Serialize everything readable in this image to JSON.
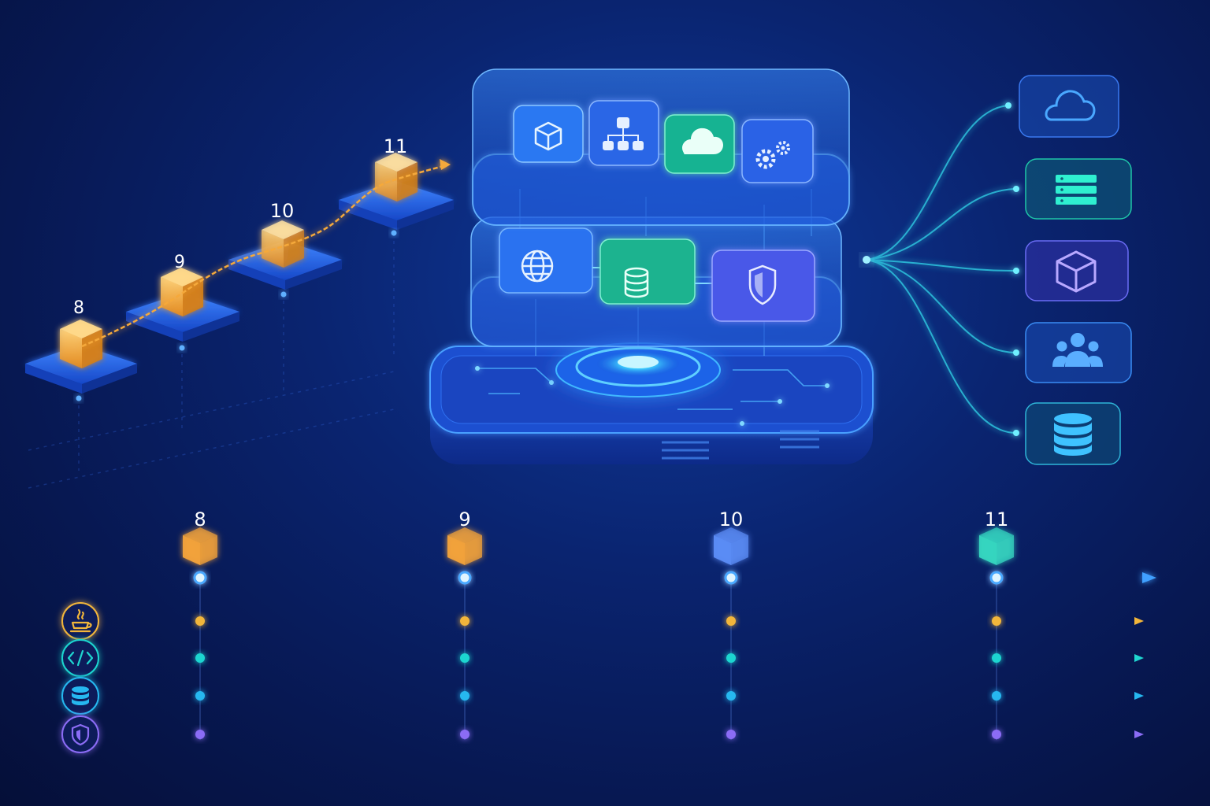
{
  "staircase": {
    "labels": [
      "8",
      "9",
      "10",
      "11"
    ]
  },
  "timeline": {
    "labels": [
      "8",
      "9",
      "10",
      "11"
    ],
    "tracks": [
      {
        "icon": "java-coffee-icon",
        "color": "#f2b63a"
      },
      {
        "icon": "code-brackets-icon",
        "color": "#1fd6d0"
      },
      {
        "icon": "database-icon",
        "color": "#26b8f0"
      },
      {
        "icon": "shield-icon",
        "color": "#8b6cf5"
      }
    ],
    "cube_colors": [
      "#f2a23a",
      "#f2a23a",
      "#5b8cf5",
      "#35d6c0"
    ]
  },
  "platform": {
    "top_modules": [
      "cube-icon",
      "hierarchy-icon",
      "cloud-icon",
      "gears-icon"
    ],
    "middle_modules": [
      "globe-icon",
      "database-icon",
      "shield-icon"
    ]
  },
  "services": {
    "items": [
      "cloud-icon",
      "server-icon",
      "cube-icon",
      "users-icon",
      "database-icon"
    ],
    "colors": [
      "#3a79f0",
      "#1fc6a8",
      "#6b6cf5",
      "#3a8df5",
      "#2fb5d8"
    ]
  }
}
